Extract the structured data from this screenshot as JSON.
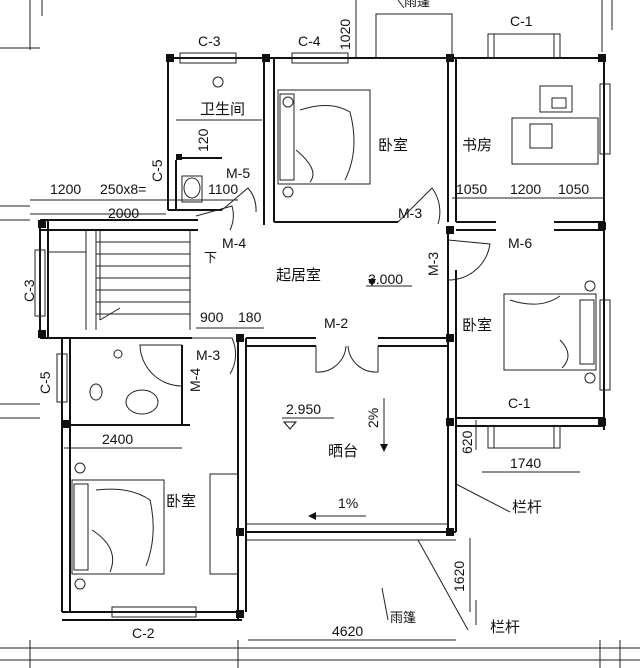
{
  "rooms": {
    "toilet": "卫生间",
    "bedroom_top": "卧室",
    "study": "书房",
    "living": "起居室",
    "bedroom_right": "卧室",
    "terrace": "晒台",
    "bedroom_bottom": "卧室"
  },
  "windows": {
    "c3_top": "C-3",
    "c4_top": "C-4",
    "c1_top": "C-1",
    "c5_left": "C-5",
    "c3_left": "C-3",
    "c5_bottom": "C-5",
    "c1_right": "C-1",
    "c2_bottom": "C-2"
  },
  "doors": {
    "m5": "M-5",
    "m3_top": "M-3",
    "m3_mid": "M-3",
    "m6": "M-6",
    "m4_left": "M-4",
    "m2": "M-2",
    "m3_bath": "M-3",
    "m4_bath": "M-4"
  },
  "dimensions": {
    "d1020": "1020",
    "d120": "120",
    "d1200": "1200",
    "d250": "250x8=",
    "d1100": "1100",
    "d2000": "2000",
    "d1050a": "1050",
    "d1200b": "1200",
    "d1050b": "1050",
    "d900": "900",
    "d180": "180",
    "d2400": "2400",
    "d620": "620",
    "d1740": "1740",
    "d1620": "1620",
    "d4620": "4620"
  },
  "levels": {
    "living": "3.000",
    "terrace": "2.950"
  },
  "slopes": {
    "terrace_v": "2%",
    "terrace_h": "1%"
  },
  "annotations": {
    "down": "下",
    "railing_1": "栏杆",
    "railing_2": "栏杆",
    "canopy_top": "雨篷",
    "canopy_bottom": "雨篷"
  }
}
